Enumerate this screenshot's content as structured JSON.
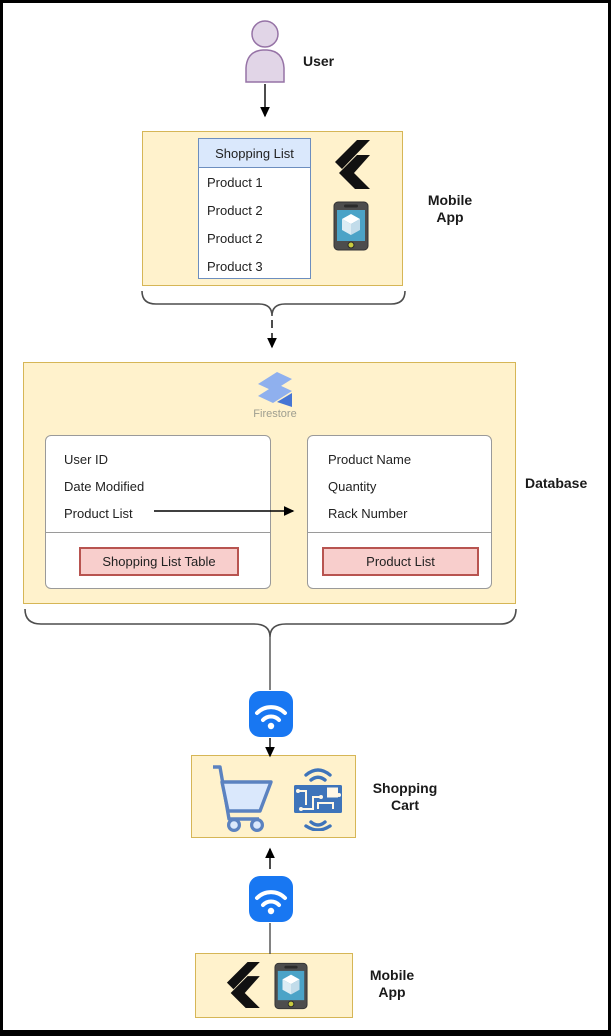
{
  "nodes": {
    "user": {
      "label": "User"
    },
    "mobile_app_top": {
      "label": "Mobile App",
      "shopping_list": {
        "header": "Shopping List",
        "items": [
          "Product 1",
          "Product 2",
          "Product 2",
          "Product 3"
        ]
      }
    },
    "database": {
      "label": "Database",
      "firestore_label": "Firestore",
      "shopping_list_table": {
        "fields": [
          "User ID",
          "Date Modified",
          "Product List"
        ],
        "caption": "Shopping List Table"
      },
      "product_list_table": {
        "fields": [
          "Product Name",
          "Quantity",
          "Rack Number"
        ],
        "caption": "Product List"
      }
    },
    "shopping_cart": {
      "label": "Shopping Cart"
    },
    "mobile_app_bottom": {
      "label": "Mobile App"
    }
  },
  "icons": {
    "user": "person-icon",
    "mobile_app": [
      "flutter-logo",
      "smartphone-icon"
    ],
    "database": "firestore-logo",
    "network": "wifi-icon",
    "cart": [
      "shopping-cart-icon",
      "rfid-chip-icon"
    ]
  },
  "colors": {
    "node_fill": "#FFF2CC",
    "node_border": "#D6B656",
    "table_header_fill": "#DAE8FC",
    "table_border": "#6C8EBF",
    "caption_fill": "#F8CECC",
    "caption_border": "#B85450",
    "person_fill": "#E1D5E7",
    "person_border": "#9673A6",
    "wifi_blue": "#1877F2",
    "firestore_light": "#8FB0EE",
    "firestore_dark": "#4675D4",
    "cart_blue": "#5B82C0",
    "rfid_blue": "#3E74BA",
    "frame_border": "#000000"
  }
}
